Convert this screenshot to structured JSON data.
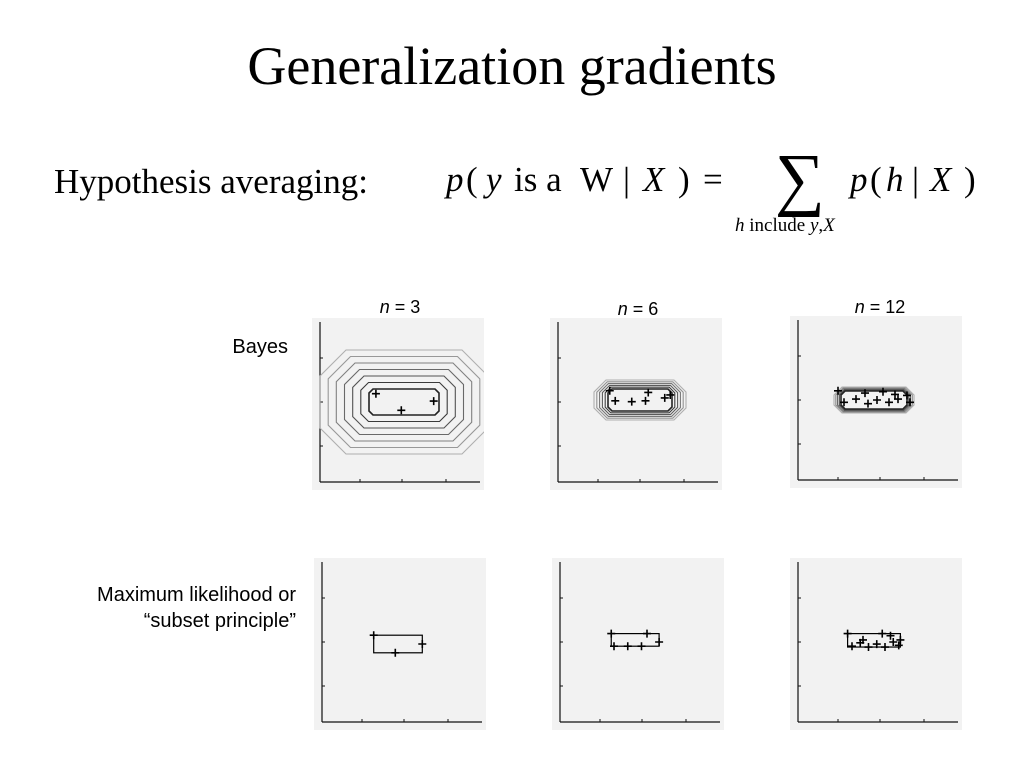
{
  "slide": {
    "title": "Generalization gradients",
    "hypothesis_label": "Hypothesis averaging:"
  },
  "formula": {
    "lhs_p": "p",
    "lhs_open": "(",
    "lhs_y": "y",
    "lhs_is": "is a",
    "lhs_W": "W",
    "lhs_bar": "|",
    "lhs_X": "X",
    "lhs_close": ")",
    "equals": "=",
    "sum_symbol": "∑",
    "sub_h": "h",
    "sub_include": "include",
    "sub_y": "y",
    "sub_comma": ",",
    "sub_X": "X",
    "rhs_p": "p",
    "rhs_open": "(",
    "rhs_h": "h",
    "rhs_bar": "|",
    "rhs_X": "X",
    "rhs_close": ")"
  },
  "columns": [
    {
      "n_var": "n",
      "n_eq": " = 3"
    },
    {
      "n_var": "n",
      "n_eq": " = 6"
    },
    {
      "n_var": "n",
      "n_eq": " = 12"
    }
  ],
  "rows": [
    {
      "label": "Bayes"
    },
    {
      "label_line1": "Maximum likelihood or",
      "label_line2": "“subset principle”"
    }
  ],
  "panels": {
    "bayes": [
      {
        "contour_levels": 7,
        "points": [
          [
            -0.52,
            0.18
          ],
          [
            -0.05,
            -0.18
          ],
          [
            0.55,
            0.02
          ]
        ]
      },
      {
        "contour_levels": 6,
        "points": [
          [
            -0.55,
            0.22
          ],
          [
            0.15,
            0.18
          ],
          [
            -0.45,
            -0.02
          ],
          [
            -0.15,
            -0.04
          ],
          [
            0.1,
            -0.02
          ],
          [
            0.45,
            0.05
          ],
          [
            0.55,
            0.12
          ]
        ]
      },
      {
        "contour_levels": 5,
        "points": [
          [
            -0.6,
            0.2
          ],
          [
            -0.15,
            0.15
          ],
          [
            0.15,
            0.18
          ],
          [
            -0.5,
            -0.05
          ],
          [
            -0.3,
            0.02
          ],
          [
            -0.1,
            -0.08
          ],
          [
            0.05,
            0.0
          ],
          [
            0.25,
            -0.05
          ],
          [
            0.4,
            0.02
          ],
          [
            0.55,
            0.1
          ],
          [
            0.6,
            -0.05
          ],
          [
            0.35,
            0.12
          ]
        ]
      }
    ],
    "ml": [
      {
        "points": [
          [
            -0.45,
            0.2
          ],
          [
            -0.05,
            -0.2
          ],
          [
            0.45,
            0.0
          ]
        ]
      },
      {
        "points": [
          [
            -0.45,
            0.2
          ],
          [
            0.2,
            0.2
          ],
          [
            -0.4,
            -0.1
          ],
          [
            -0.15,
            -0.1
          ],
          [
            0.1,
            -0.1
          ],
          [
            0.42,
            0.0
          ]
        ]
      },
      {
        "points": [
          [
            -0.48,
            0.2
          ],
          [
            -0.2,
            0.05
          ],
          [
            0.15,
            0.2
          ],
          [
            -0.4,
            -0.1
          ],
          [
            -0.25,
            -0.02
          ],
          [
            -0.1,
            -0.12
          ],
          [
            0.05,
            -0.05
          ],
          [
            0.2,
            -0.12
          ],
          [
            0.35,
            0.0
          ],
          [
            0.48,
            0.05
          ],
          [
            0.45,
            -0.08
          ],
          [
            0.3,
            0.15
          ]
        ]
      }
    ]
  }
}
